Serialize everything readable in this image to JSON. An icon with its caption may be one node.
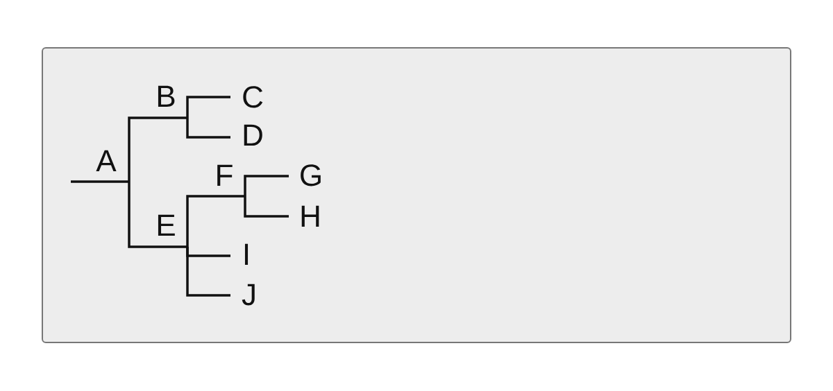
{
  "diagram": {
    "nodes": [
      {
        "text": [
          "A"
        ]
      },
      {
        "text": [
          "B"
        ]
      },
      {
        "text": [
          "C"
        ]
      },
      {
        "text": [
          "D"
        ]
      },
      {
        "text": [
          "E"
        ]
      },
      {
        "text": [
          "F"
        ]
      },
      {
        "text": [
          "G"
        ]
      },
      {
        "text": [
          "H"
        ]
      },
      {
        "text": [
          "I"
        ]
      },
      {
        "text": [
          "J"
        ]
      }
    ],
    "edges": [
      {
        "from": null,
        "to": 0,
        "arrow": "none"
      },
      {
        "from": 0,
        "to": 1,
        "arrow": "none"
      },
      {
        "from": 0,
        "to": 4,
        "arrow": "none"
      },
      {
        "from": 1,
        "to": 2,
        "arrow": "none"
      },
      {
        "from": 1,
        "to": 3,
        "arrow": "none"
      },
      {
        "from": 4,
        "to": 5,
        "arrow": "none"
      },
      {
        "from": 4,
        "to": 8,
        "arrow": "none"
      },
      {
        "from": 4,
        "to": 9,
        "arrow": "none"
      },
      {
        "from": 5,
        "to": 6,
        "arrow": "none"
      },
      {
        "from": 5,
        "to": 7,
        "arrow": "none"
      }
    ]
  }
}
